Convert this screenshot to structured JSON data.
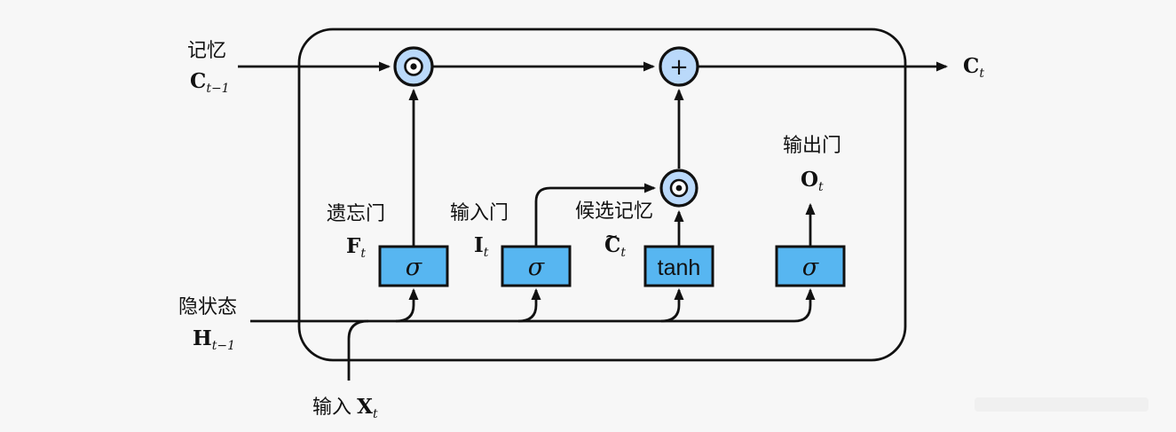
{
  "diagram": {
    "kind": "lstm-cell",
    "background": "#f7f7f7",
    "stroke_color": "#111111",
    "box_fill": "#57b6f1",
    "circle_fill": "#bad9fa"
  },
  "labels": {
    "memory_cn": "记忆",
    "memory_var": "C",
    "memory_sub": "t−1",
    "hidden_cn": "隐状态",
    "hidden_var": "H",
    "hidden_sub": "t−1",
    "input_cn": "输入 ",
    "input_var": "X",
    "input_sub": "t",
    "forget_cn": "遗忘门",
    "forget_var": "F",
    "forget_sub": "t",
    "ingate_cn": "输入门",
    "ingate_var": "I",
    "ingate_sub": "t",
    "candidate_cn": "候选记忆",
    "candidate_tilde": "~",
    "candidate_var": "C",
    "candidate_sub": "t",
    "outgate_cn": "输出门",
    "outgate_var": "O",
    "outgate_sub": "t",
    "out_memory_var": "C",
    "out_memory_sub": "t"
  },
  "nodes": {
    "forget_activation": "σ",
    "input_activation": "σ",
    "candidate_activation": "tanh",
    "output_activation": "σ"
  },
  "operators": {
    "elementwise_multiply": "⊙",
    "add": "+"
  }
}
